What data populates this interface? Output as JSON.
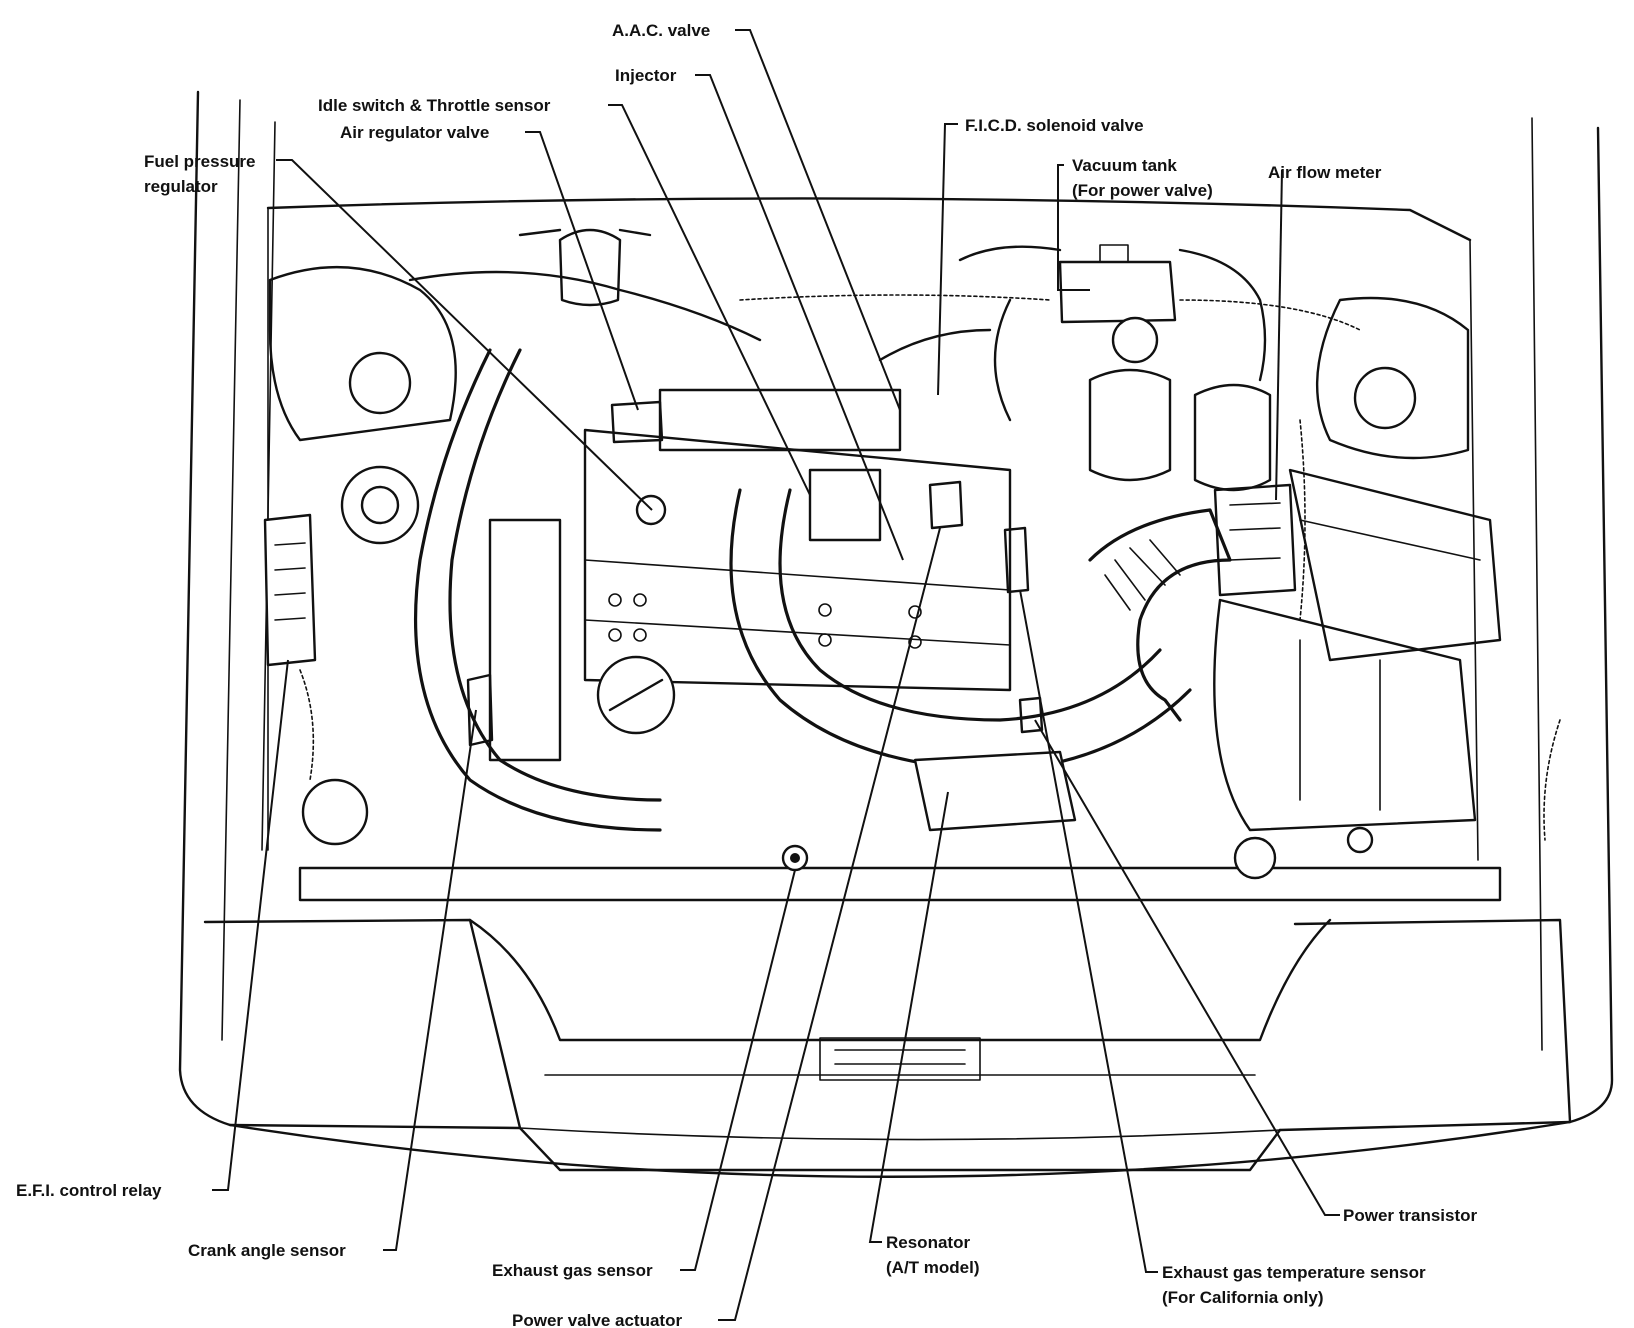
{
  "labels": {
    "aac_valve": "A.A.C. valve",
    "injector": "Injector",
    "idle_switch": "Idle switch & Throttle sensor",
    "air_regulator": "Air regulator valve",
    "fuel_pressure_1": "Fuel pressure",
    "fuel_pressure_2": "regulator",
    "ficd_valve": "F.I.C.D. solenoid valve",
    "vacuum_tank_1": "Vacuum tank",
    "vacuum_tank_2": "(For power valve)",
    "air_flow_meter": "Air flow meter",
    "efi_relay": "E.F.I. control relay",
    "crank_angle": "Crank angle sensor",
    "exhaust_gas_sensor": "Exhaust gas sensor",
    "power_valve_actuator": "Power valve actuator",
    "resonator_1": "Resonator",
    "resonator_2": "(A/T model)",
    "exhaust_temp_1": "Exhaust gas temperature sensor",
    "exhaust_temp_2": "(For California only)",
    "power_transistor": "Power transistor"
  }
}
